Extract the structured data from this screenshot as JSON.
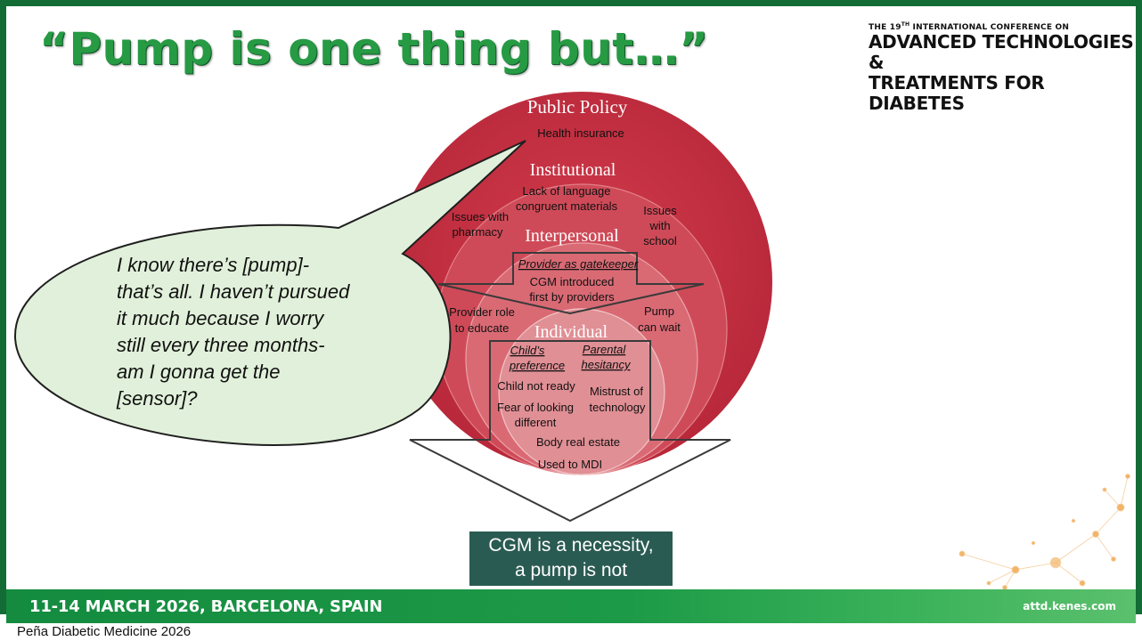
{
  "slide": {
    "title": "“Pump is one thing but…”"
  },
  "conference": {
    "line1_prefix": "THE 19",
    "line1_sup": "TH",
    "line1_suffix": " INTERNATIONAL CONFERENCE ON",
    "line2": "ADVANCED TECHNOLOGIES &",
    "line3": "TREATMENTS FOR DIABETES"
  },
  "diagram": {
    "levels": {
      "public_policy": "Public Policy",
      "institutional": "Institutional",
      "interpersonal": "Interpersonal",
      "individual": "Individual"
    },
    "public_policy_items": [
      "Health insurance"
    ],
    "institutional_items": {
      "lang_1": "Lack of language",
      "lang_2": "congruent materials",
      "pharm_1": "Issues with",
      "pharm_2": "pharmacy",
      "school_1": "Issues",
      "school_2": "with",
      "school_3": "school"
    },
    "interpersonal_items": {
      "gatekeeper": "Provider as gatekeeper",
      "cgm_1": "CGM introduced",
      "cgm_2": "first by providers",
      "role_1": "Provider role",
      "role_2": "to educate",
      "wait_1": "Pump",
      "wait_2": "can wait"
    },
    "individual_items": {
      "child_1": "Child’s",
      "child_2": "preference",
      "parent_1": "Parental",
      "parent_2": "hesitancy",
      "not_ready": "Child not ready",
      "fear_1": "Fear of looking",
      "fear_2": "different",
      "mistrust_1": "Mistrust of",
      "mistrust_2": "technology",
      "real_estate": "Body real estate",
      "mdi": "Used to MDI"
    }
  },
  "quote": {
    "text": "I know there’s [pump]-\nthat’s all. I haven’t pursued\nit much because I worry\nstill every three months-\nam I gonna get the\n[sensor]?"
  },
  "conclusion": {
    "line1": "CGM is a necessity,",
    "line2": "a pump is not"
  },
  "footer": {
    "dates": "11-14 MARCH 2026, BARCELONA, SPAIN",
    "url": "attd.kenes.com",
    "credit": "Peña Diabetic Medicine 2026"
  },
  "colors": {
    "brand_green": "#1d9a47",
    "title_green": "#279a44",
    "circle_outer": "#c22d3e",
    "callout_fill": "#2a5b52",
    "bubble_fill": "#e1f0da"
  }
}
